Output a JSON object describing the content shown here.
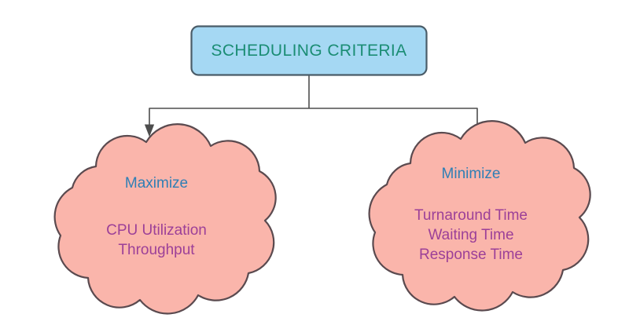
{
  "diagram": {
    "title": "Scheduling Criteria",
    "root": {
      "label": "SCHEDULING CRITERIA",
      "fill": "#a5d8f3",
      "stroke": "#4a5c68",
      "text_color": "#1b8d74"
    },
    "branches": [
      {
        "id": "maximize",
        "heading": "Maximize",
        "heading_color": "#2f7fb5",
        "items": [
          "CPU Utilization",
          "Throughput"
        ],
        "items_text": "CPU Utilization\nThroughput",
        "fill": "#fab5ab",
        "stroke": "#5a4a4f",
        "text_color": "#9c4098"
      },
      {
        "id": "minimize",
        "heading": "Minimize",
        "heading_color": "#2f7fb5",
        "items": [
          "Turnaround Time",
          "Waiting Time",
          "Response Time"
        ],
        "items_text": "Turnaround Time\nWaiting Time\nResponse Time",
        "fill": "#fab5ab",
        "stroke": "#5a4a4f",
        "text_color": "#9c4098"
      }
    ],
    "connectors": {
      "stroke": "#4d4d4d",
      "style": "orthogonal-elbow-with-arrowhead",
      "count": 2
    },
    "background": "#ffffff"
  }
}
